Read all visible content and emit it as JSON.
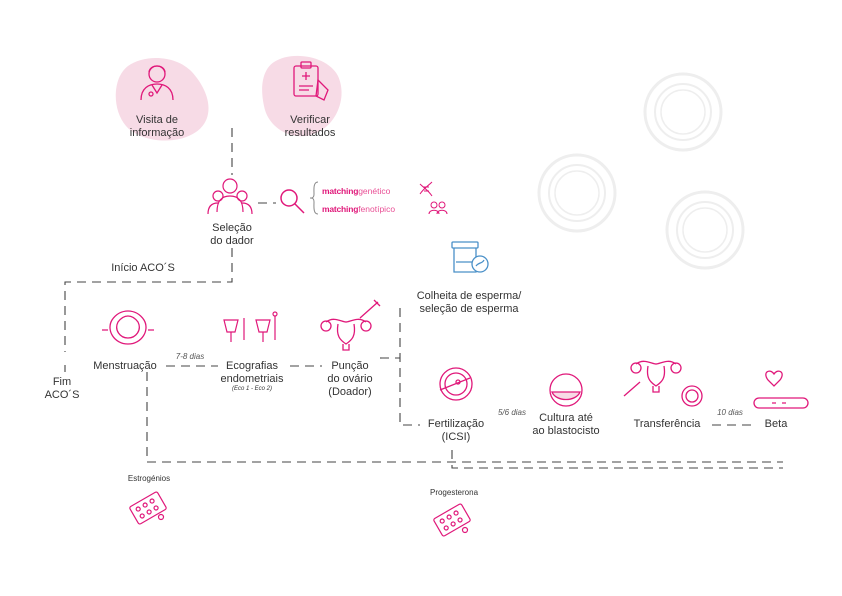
{
  "steps": {
    "visita": "Visita de\ninformação",
    "verificar": "Verificar\nresultados",
    "selecao_dador": "Seleção\ndo dador",
    "inicio_acos": "Início ACO´S",
    "menstruacao": "Menstruação",
    "fim_acos": "Fim\nACO´S",
    "ecografias": "Ecografias\nendometriais",
    "ecografias_note": "(Eco 1 - Eco 2)",
    "puncao": "Punção\ndo ovário\n(Doador)",
    "colheita": "Colheita de esperma/\nseleção de esperma",
    "fertilizacao": "Fertilização\n(ICSI)",
    "cultura": "Cultura até\nao blastocisto",
    "transferencia": "Transferência",
    "beta": "Beta"
  },
  "intervals": {
    "menstr_eco": "7-8 dias",
    "fert_cultura": "5/6 dias",
    "transf_beta": "10 dias"
  },
  "matching": [
    {
      "brand": "matching",
      "kind": "genético",
      "icon": "dna-icon"
    },
    {
      "brand": "matching",
      "kind": "fenotípico",
      "icon": "people-icon"
    }
  ],
  "medication": {
    "estrogenios": "Estrogénios",
    "progesterona": "Progesterona"
  },
  "colors": {
    "accent": "#e0187a",
    "accent_light": "#f7dbe6",
    "line": "#444444",
    "blue": "#4a90c8",
    "deco_circle": "#eeeeee"
  }
}
